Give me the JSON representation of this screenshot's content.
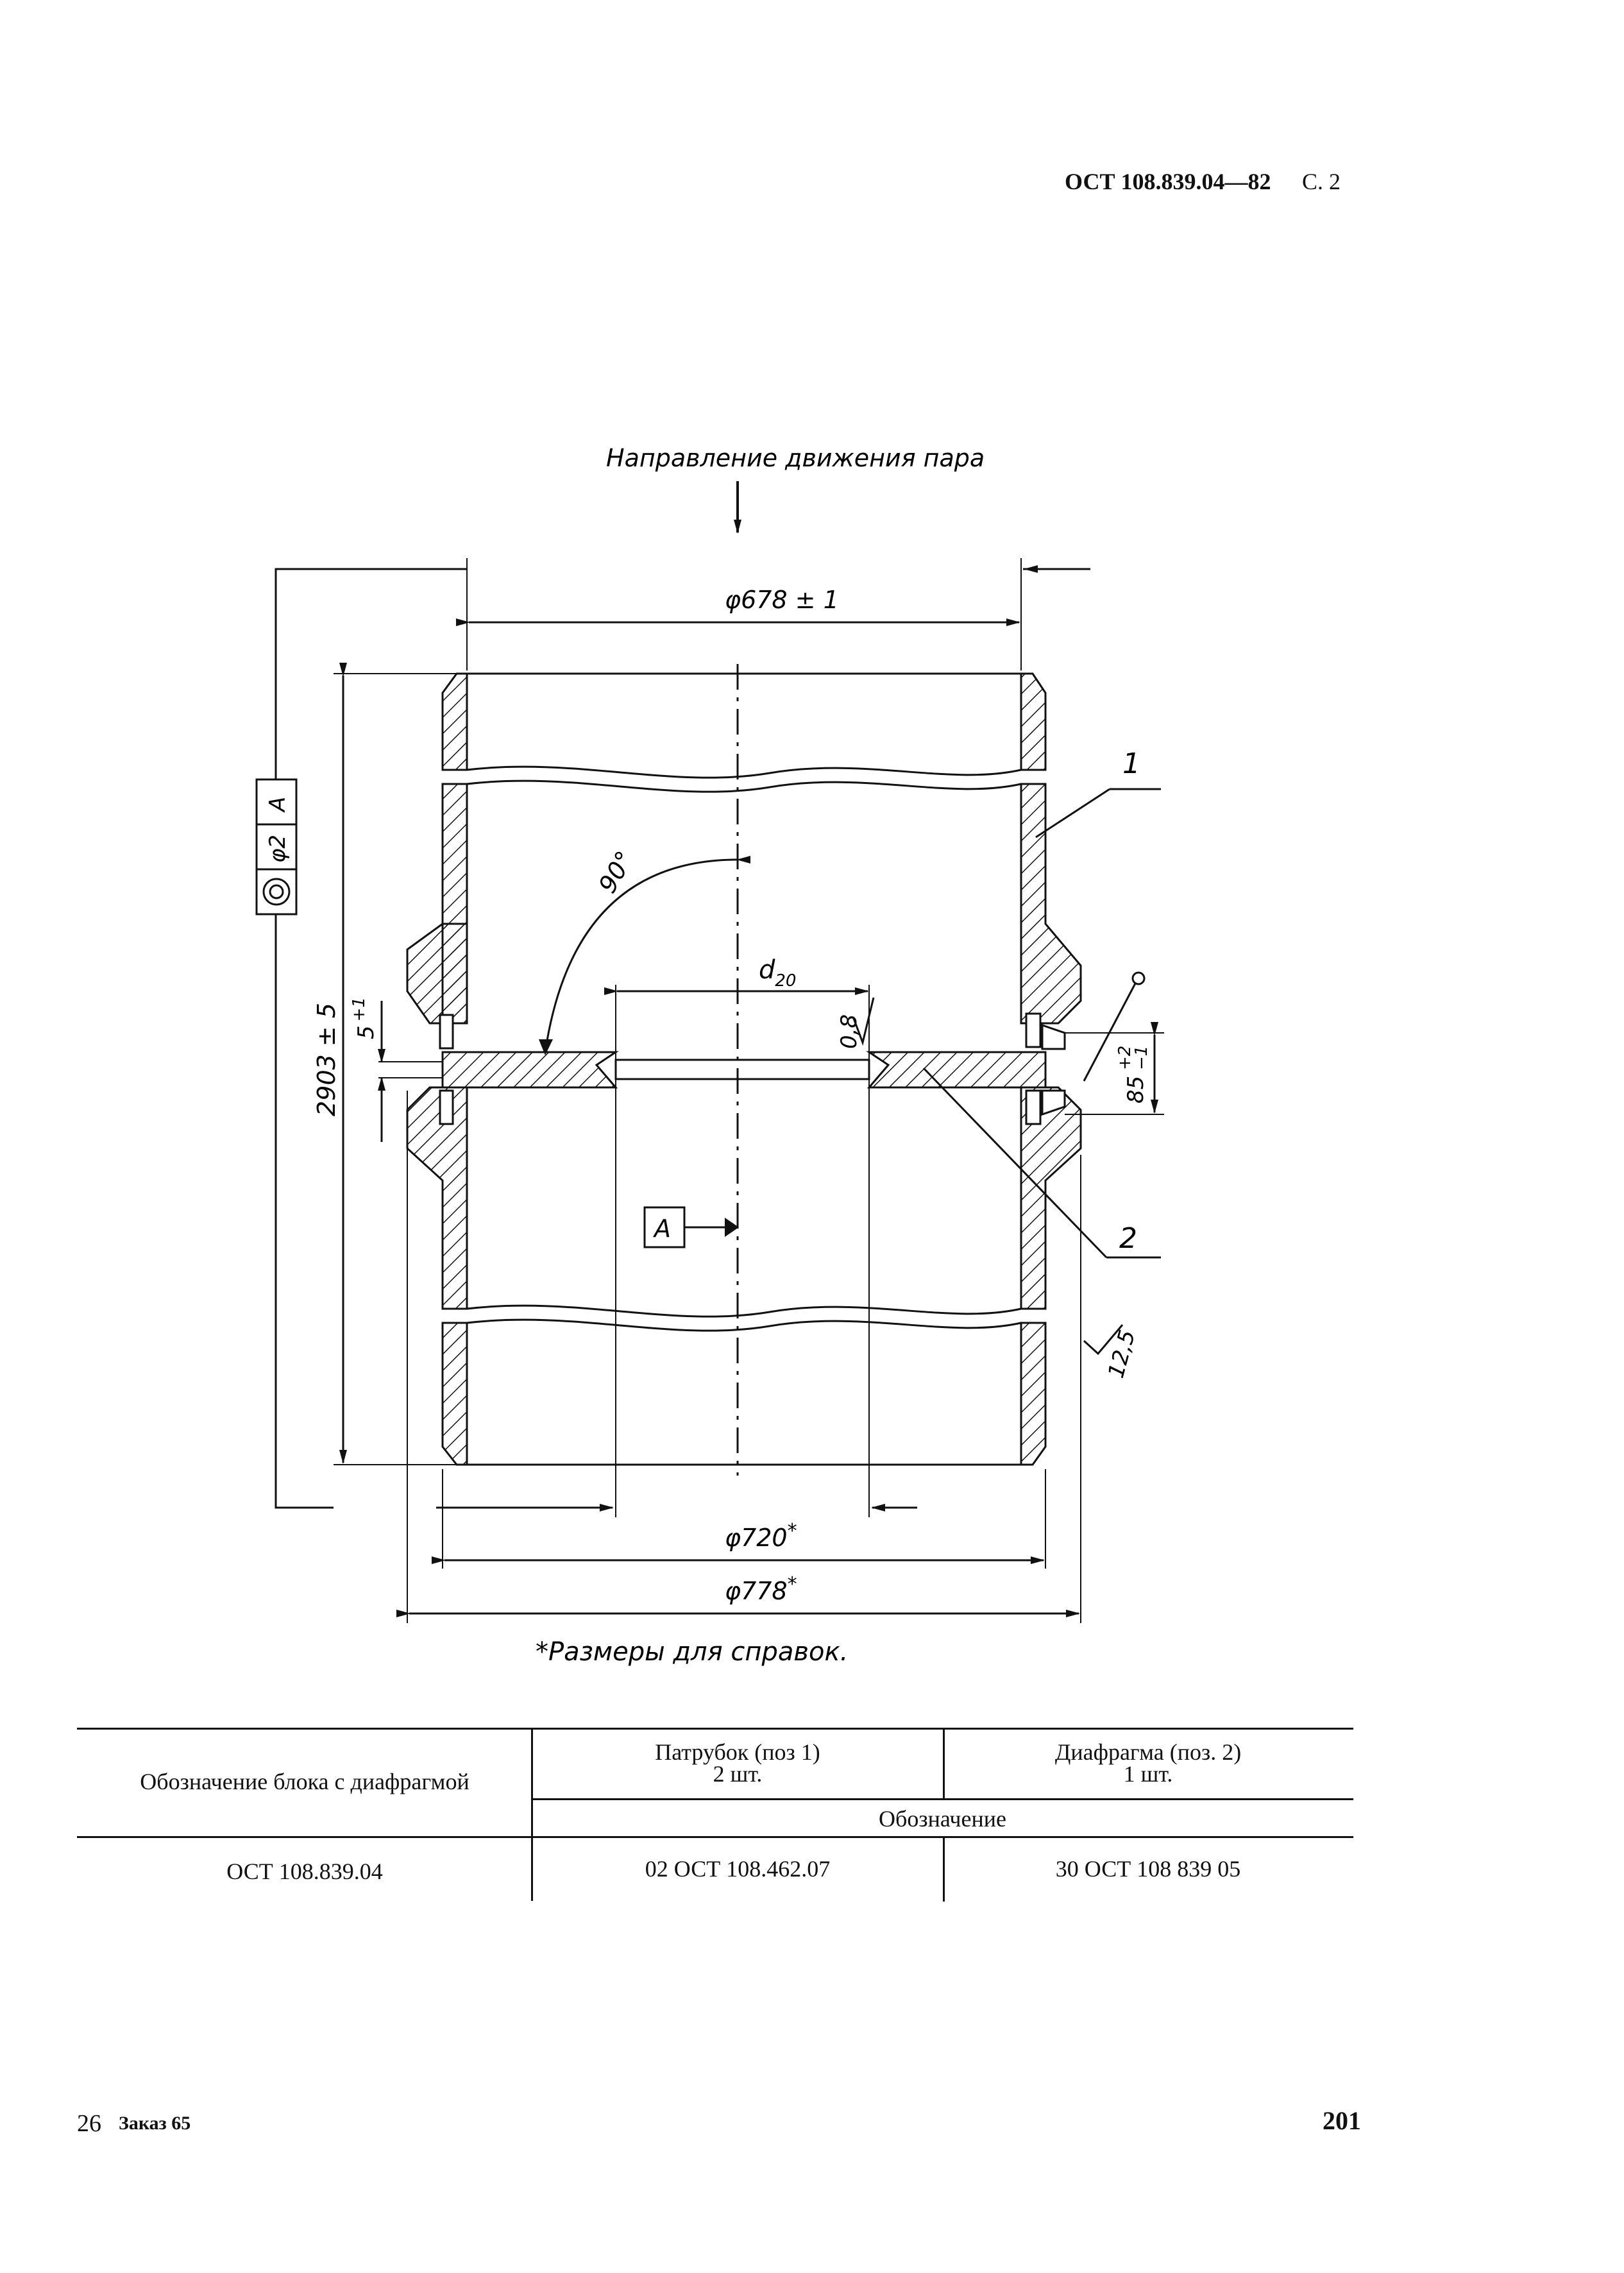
{
  "header": {
    "standard": "ОСТ 108.839.04—82",
    "page_ref": "С. 2"
  },
  "drawing": {
    "flow_label": "Направление движения пара",
    "dim_678": "φ678 ± 1",
    "dim_720": "φ720",
    "dim_778": "φ778",
    "asterisk": "*",
    "dim_2903": "2903 ± 5",
    "dim_5": "5",
    "dim_5_tol": "+1",
    "dim_85": "85",
    "dim_85_tol_up": "+2",
    "dim_85_tol_dn": "−1",
    "angle_90": "90°",
    "d20": "d",
    "d20_sub": "20",
    "rough_08": "0,8",
    "rough_125": "12,5",
    "datum": "A",
    "tol_value": "φ2",
    "tol_datum": "A",
    "pos_1": "1",
    "pos_2": "2",
    "note": "*Размеры для справок."
  },
  "table": {
    "col1_header": "Обозначение блока с диафрагмой",
    "col2_header": "Патрубок (поз 1)",
    "col2_qty": "2 шт.",
    "col3_header": "Диафрагма (поз. 2)",
    "col3_qty": "1 шт.",
    "subheader": "Обозначение",
    "row": {
      "block": "ОСТ 108.839.04",
      "pipe": "02 ОСТ 108.462.07",
      "diaphragm": "30 ОСТ 108 839 05"
    }
  },
  "footer": {
    "left_num": "26",
    "order": "Заказ 65",
    "page_num": "201"
  }
}
